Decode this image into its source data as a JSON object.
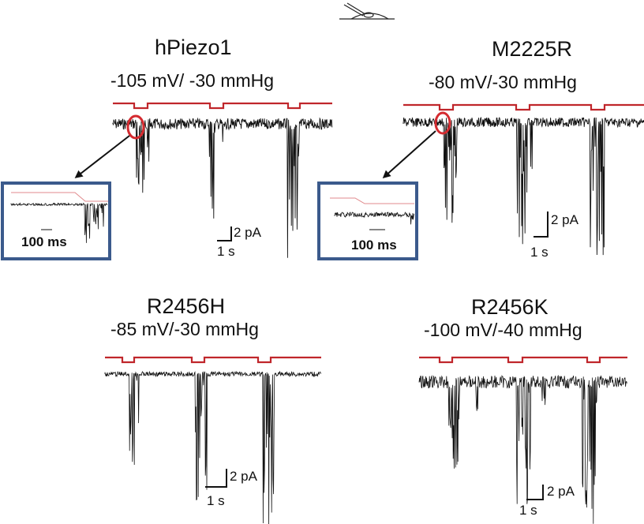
{
  "panels": [
    {
      "id": "hpiezo1",
      "title": "hPiezo1",
      "condition": "-105 mV/ -30 mmHg",
      "scale_current": "2 pA",
      "scale_time": "1 s",
      "inset_scale": "100 ms"
    },
    {
      "id": "m2225r",
      "title": "M2225R",
      "condition": "-80 mV/-30 mmHg",
      "scale_current": "2 pA",
      "scale_time": "1 s",
      "inset_scale": "100 ms"
    },
    {
      "id": "r2456h",
      "title": "R2456H",
      "condition": "-85 mV/-30 mmHg",
      "scale_current": "2 pA",
      "scale_time": "1 s"
    },
    {
      "id": "r2456k",
      "title": "R2456K",
      "condition": "-100 mV/-40 mmHg",
      "scale_current": "2 pA",
      "scale_time": "1 s"
    }
  ],
  "colors": {
    "stimulus": "#c0262b",
    "trace": "#111111",
    "inset_border": "#3b5a8c",
    "highlight": "#d42a2f"
  },
  "icons": [
    "patch-pipette-cell-icon"
  ]
}
